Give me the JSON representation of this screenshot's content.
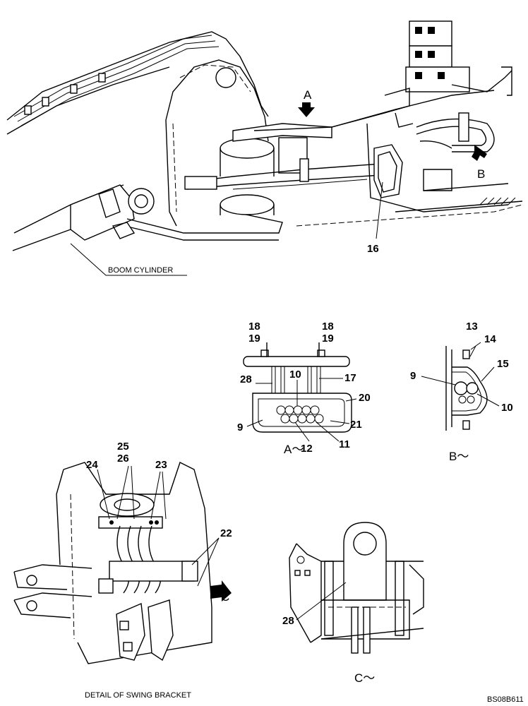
{
  "captions": {
    "boom_cylinder": "BOOM CYLINDER",
    "detail_swing_bracket": "DETAIL OF SWING BRACKET",
    "drawing_code": "BS08B611"
  },
  "views": {
    "a": "A～",
    "b": "B～",
    "c": "C～"
  },
  "view_arrows": {
    "a": "A",
    "b": "B",
    "c": "C"
  },
  "part_numbers": {
    "main_16": "16",
    "a_18_left": "18",
    "a_19_left": "19",
    "a_18_right": "18",
    "a_19_right": "19",
    "a_28": "28",
    "a_10": "10",
    "a_17": "17",
    "a_20": "20",
    "a_9": "9",
    "a_21": "21",
    "a_12": "12",
    "a_11": "11",
    "b_13": "13",
    "b_14": "14",
    "b_15": "15",
    "b_9": "9",
    "b_10": "10",
    "s_25": "25",
    "s_26": "26",
    "s_24": "24",
    "s_23": "23",
    "s_22": "22",
    "c_28": "28"
  }
}
